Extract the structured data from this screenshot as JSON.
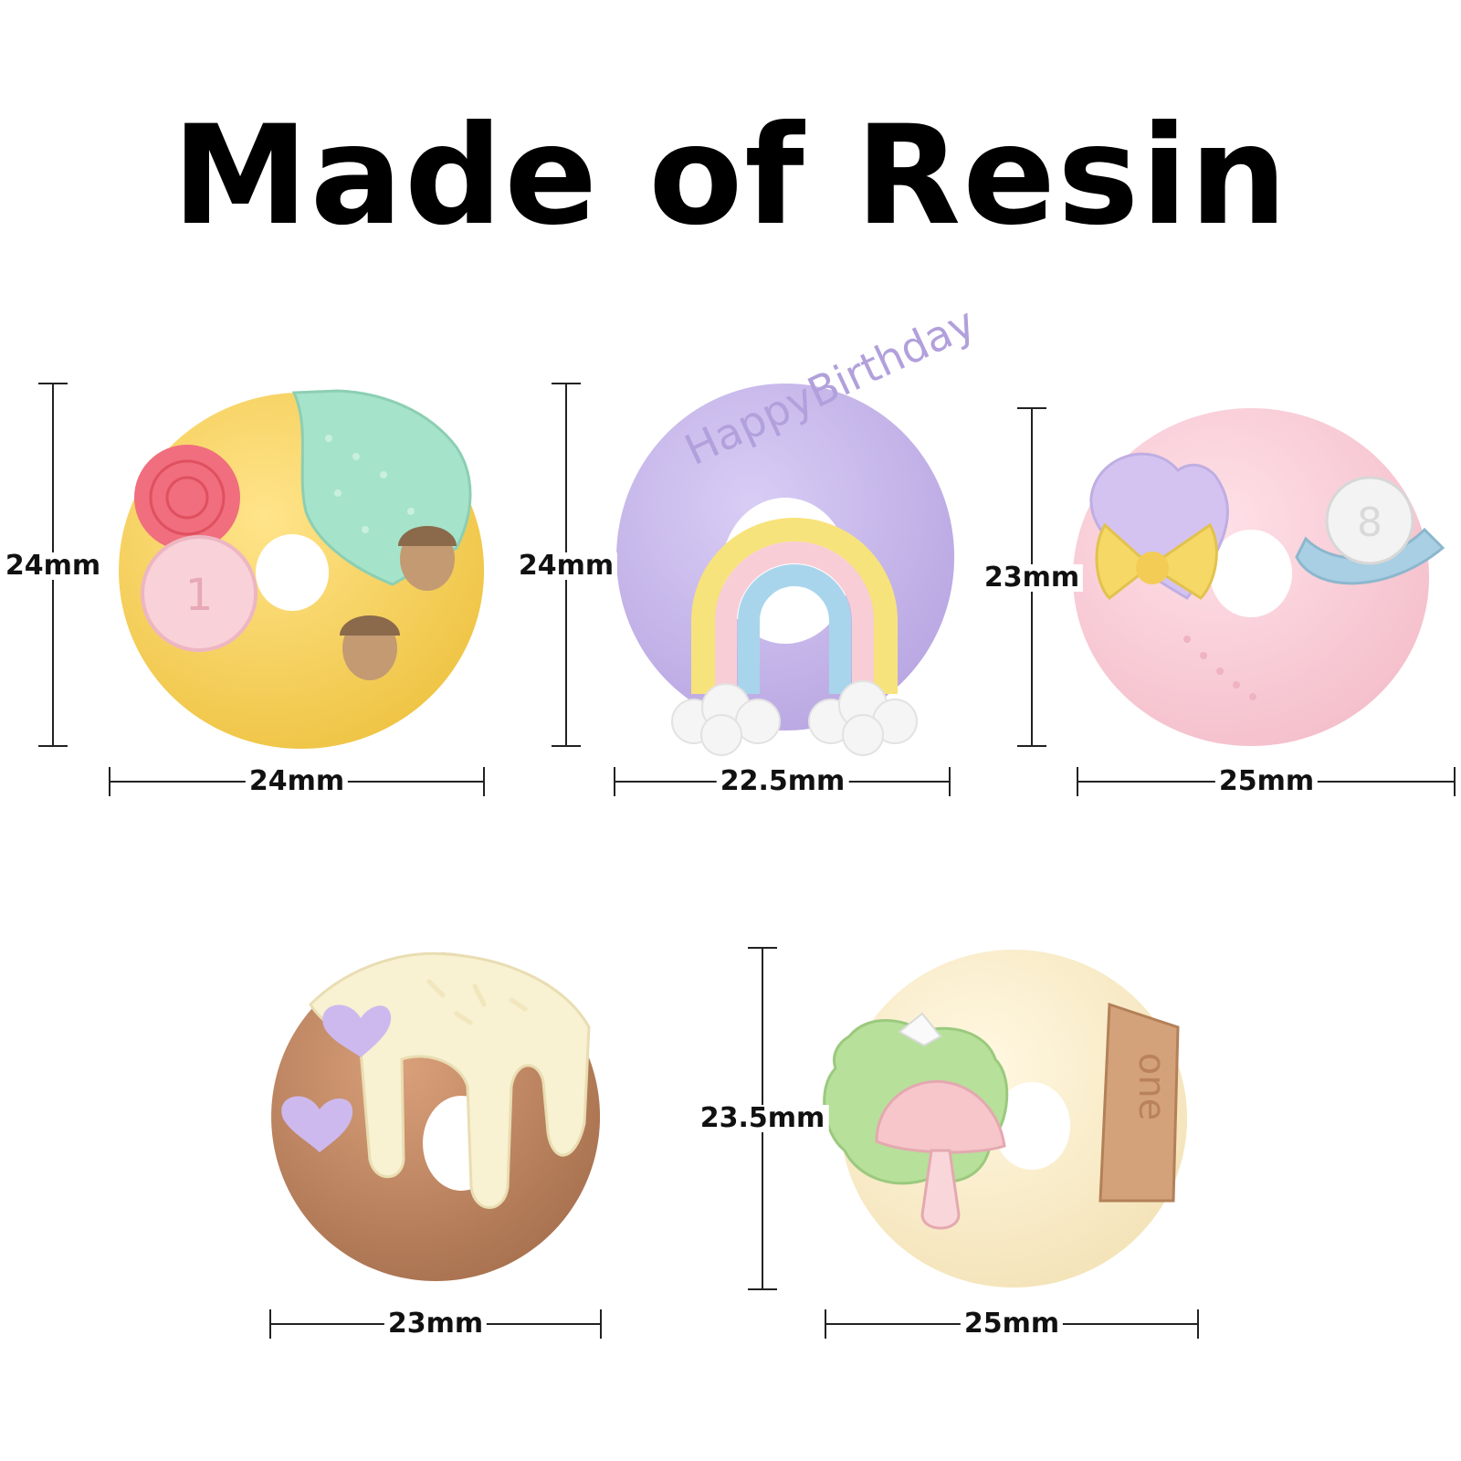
{
  "title": "Made of Resin",
  "colors": {
    "yellow": "#F7D258",
    "lavender": "#C7B8EA",
    "pink": "#F8CFD8",
    "brown": "#C08A64",
    "cream": "#FBF0D0",
    "mint": "#9FE0C8"
  },
  "charms": [
    {
      "id": "yellow-acorn",
      "height": "24mm",
      "width": "24mm",
      "badge": "1"
    },
    {
      "id": "lavender-rainbow",
      "height": "24mm",
      "width": "22.5mm",
      "inscription": "HappyBirthday"
    },
    {
      "id": "pink-bow",
      "height": "23mm",
      "width": "25mm",
      "badge": "8"
    },
    {
      "id": "brown-drip",
      "width": "23mm"
    },
    {
      "id": "cream-mushroom",
      "height": "23.5mm",
      "width": "25mm",
      "sign": "one"
    }
  ]
}
